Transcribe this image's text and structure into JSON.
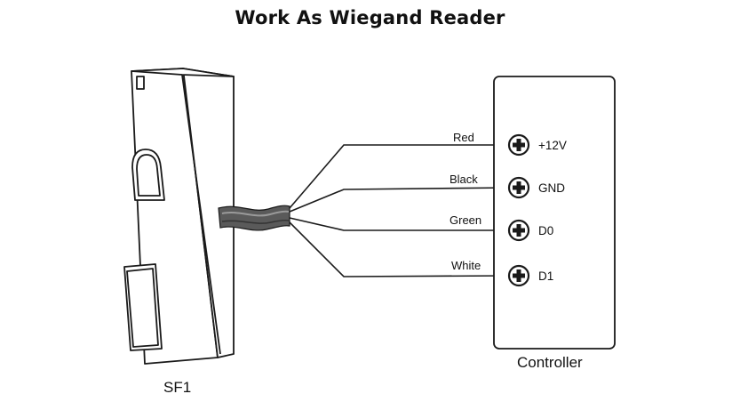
{
  "title": "Work As Wiegand Reader",
  "reader": {
    "label": "SF1"
  },
  "controller": {
    "label": "Controller"
  },
  "wires": [
    {
      "color_name": "Red",
      "terminal": "+12V"
    },
    {
      "color_name": "Black",
      "terminal": "GND"
    },
    {
      "color_name": "Green",
      "terminal": "D0"
    },
    {
      "color_name": "White",
      "terminal": "D1"
    }
  ],
  "colors": {
    "line": "#1a1a1a",
    "cable": "#555555",
    "background": "#ffffff"
  }
}
